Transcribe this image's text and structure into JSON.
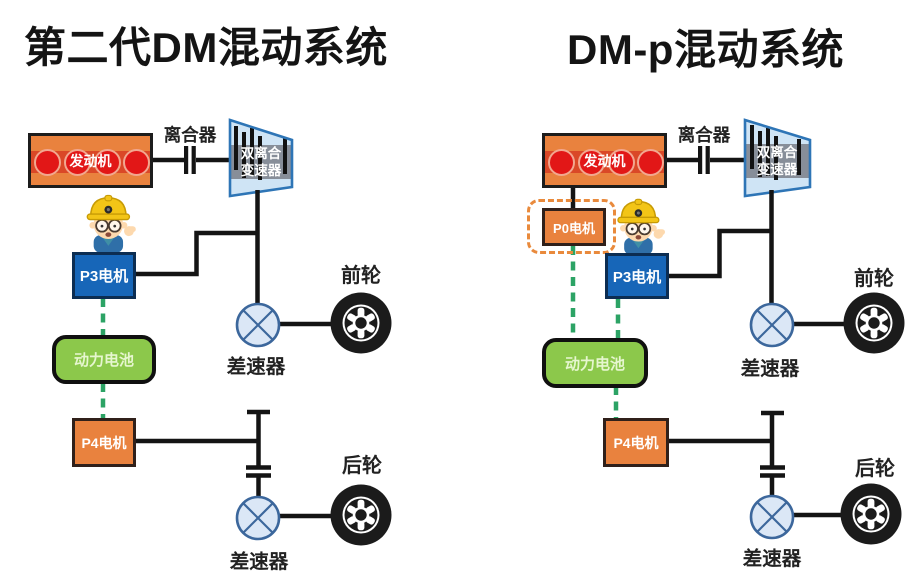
{
  "page": {
    "background": "#ffffff"
  },
  "colors": {
    "engine_fill": "#e9823e",
    "engine_band": "#da4827",
    "engine_dot": "#e21717",
    "motor_orange": "#e9823e",
    "p3_blue": "#1766b8",
    "battery_green": "#8cc84b",
    "battery_border": "#101010",
    "dash_green": "#2ca365",
    "p0_dashed_outline": "#e98a3c",
    "dct_fill": "#cfe4f5",
    "dct_border": "#2e75b6",
    "dct_band": "#878e99",
    "diff_fill": "#dbe7f6",
    "diff_border": "#3c679c",
    "line_black": "#141414",
    "helmet_yellow": "#f3c517",
    "title_color": "#141414"
  },
  "icons": {
    "wheel": "wheel-icon",
    "differential": "differential-icon",
    "clutch": "clutch-icon",
    "dual_clutch_transmission": "dct-icon",
    "worker": "worker-mascot"
  },
  "left": {
    "title": "第二代DM混动系统",
    "engine_label": "发动机",
    "clutch_label": "离合器",
    "dct_label_line1": "双离合",
    "dct_label_line2": "变速器",
    "p3_label": "P3电机",
    "battery_label": "动力电池",
    "p4_label": "P4电机",
    "front_wheel_label": "前轮",
    "front_diff_label": "差速器",
    "rear_wheel_label": "后轮",
    "rear_diff_label": "差速器"
  },
  "right": {
    "title": "DM-p混动系统",
    "engine_label": "发动机",
    "clutch_label": "离合器",
    "dct_label_line1": "双离合",
    "dct_label_line2": "变速器",
    "p0_label": "P0电机",
    "p3_label": "P3电机",
    "battery_label": "动力电池",
    "p4_label": "P4电机",
    "front_wheel_label": "前轮",
    "front_diff_label": "差速器",
    "rear_wheel_label": "后轮",
    "rear_diff_label": "差速器"
  }
}
